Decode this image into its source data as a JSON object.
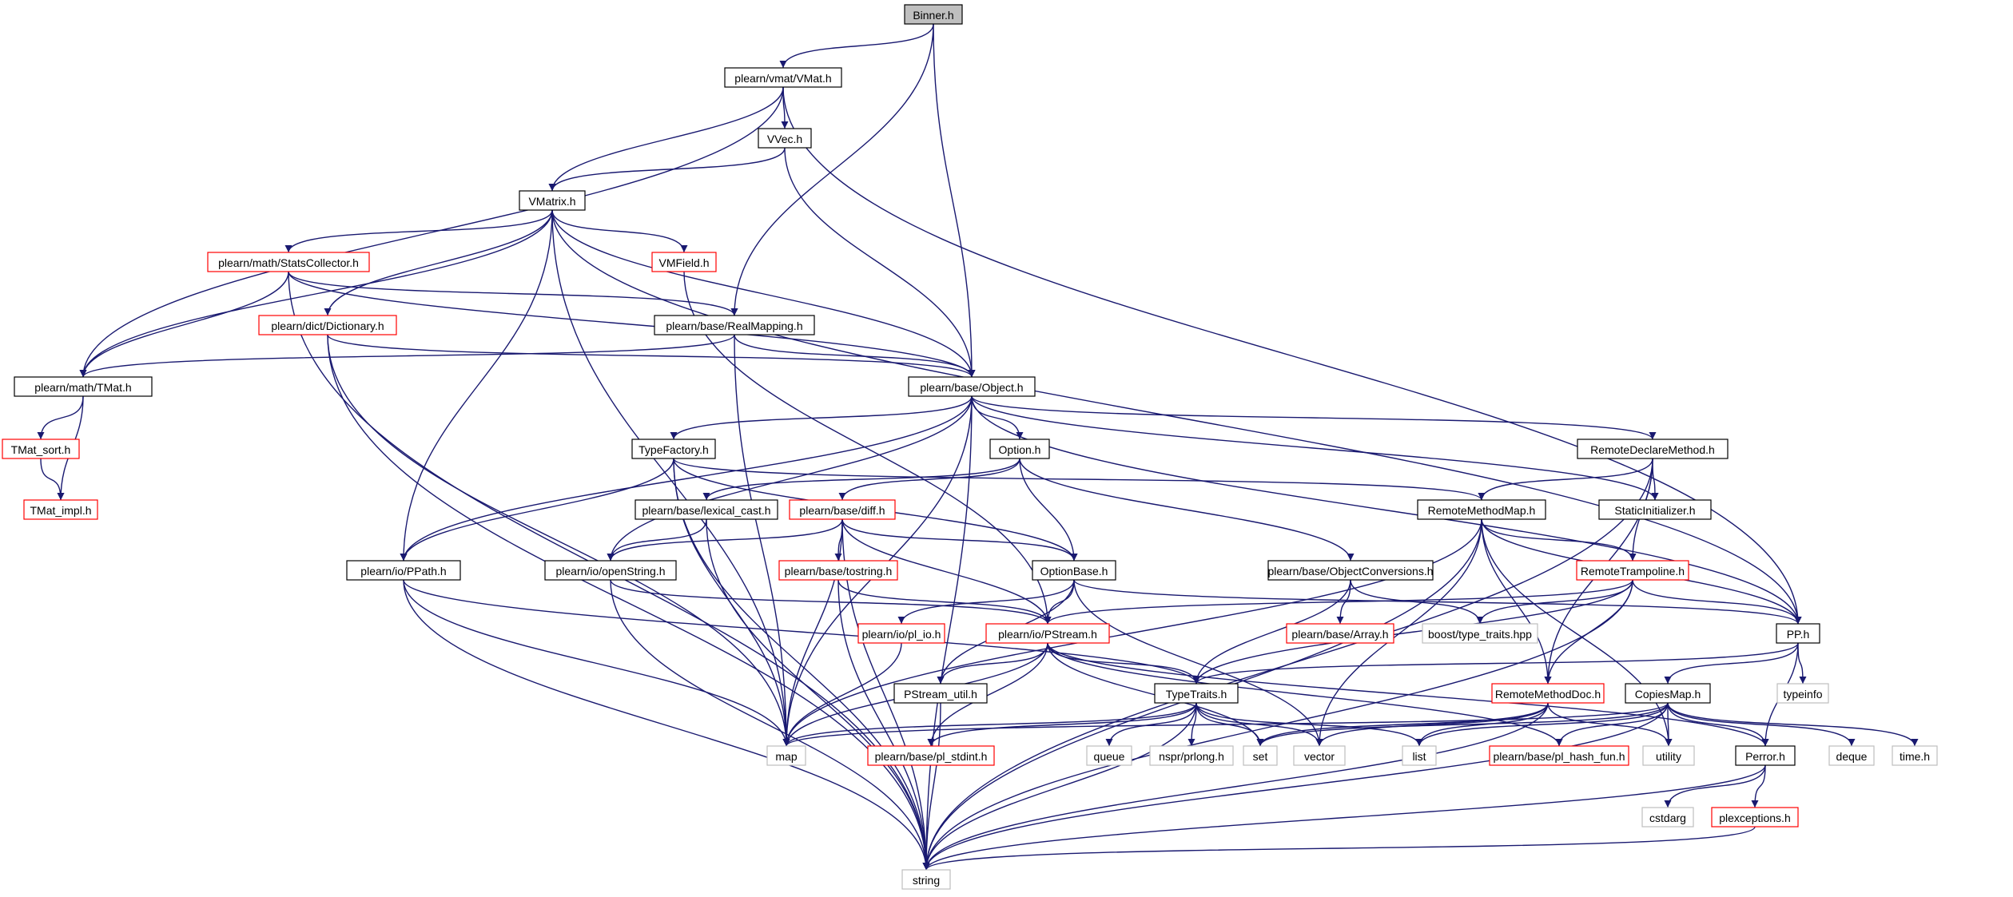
{
  "colors": {
    "edge": "#191970",
    "node_border_normal": "#000000",
    "node_border_truncated": "#ff0000",
    "node_border_external": "#bfbfbf",
    "node_fill_root": "#bfbfbf",
    "node_fill": "#ffffff"
  },
  "graph": {
    "nodes": [
      {
        "id": "binner",
        "label": "Binner.h",
        "kind": "root"
      },
      {
        "id": "vmat",
        "label": "plearn/vmat/VMat.h",
        "kind": "normal"
      },
      {
        "id": "vvec",
        "label": "VVec.h",
        "kind": "normal"
      },
      {
        "id": "vmatrix",
        "label": "VMatrix.h",
        "kind": "normal"
      },
      {
        "id": "statscollector",
        "label": "plearn/math/StatsCollector.h",
        "kind": "truncated"
      },
      {
        "id": "vmfield",
        "label": "VMField.h",
        "kind": "truncated"
      },
      {
        "id": "dictionary",
        "label": "plearn/dict/Dictionary.h",
        "kind": "truncated"
      },
      {
        "id": "realmapping",
        "label": "plearn/base/RealMapping.h",
        "kind": "normal"
      },
      {
        "id": "tmat",
        "label": "plearn/math/TMat.h",
        "kind": "normal"
      },
      {
        "id": "object",
        "label": "plearn/base/Object.h",
        "kind": "normal"
      },
      {
        "id": "tmatsort",
        "label": "TMat_sort.h",
        "kind": "truncated"
      },
      {
        "id": "tmatimpl",
        "label": "TMat_impl.h",
        "kind": "truncated"
      },
      {
        "id": "typefactory",
        "label": "TypeFactory.h",
        "kind": "normal"
      },
      {
        "id": "option",
        "label": "Option.h",
        "kind": "normal"
      },
      {
        "id": "remotedeclare",
        "label": "RemoteDeclareMethod.h",
        "kind": "normal"
      },
      {
        "id": "lexicalcast",
        "label": "plearn/base/lexical_cast.h",
        "kind": "normal"
      },
      {
        "id": "diff",
        "label": "plearn/base/diff.h",
        "kind": "truncated"
      },
      {
        "id": "remotemethodmap",
        "label": "RemoteMethodMap.h",
        "kind": "normal"
      },
      {
        "id": "staticinit",
        "label": "StaticInitializer.h",
        "kind": "normal"
      },
      {
        "id": "ppath",
        "label": "plearn/io/PPath.h",
        "kind": "normal"
      },
      {
        "id": "openstring",
        "label": "plearn/io/openString.h",
        "kind": "normal"
      },
      {
        "id": "tostring",
        "label": "plearn/base/tostring.h",
        "kind": "truncated"
      },
      {
        "id": "optionbase",
        "label": "OptionBase.h",
        "kind": "normal"
      },
      {
        "id": "objconv",
        "label": "plearn/base/ObjectConversions.h",
        "kind": "normal"
      },
      {
        "id": "remotetramp",
        "label": "RemoteTrampoline.h",
        "kind": "truncated"
      },
      {
        "id": "plio",
        "label": "plearn/io/pl_io.h",
        "kind": "truncated"
      },
      {
        "id": "pstream",
        "label": "plearn/io/PStream.h",
        "kind": "truncated"
      },
      {
        "id": "array",
        "label": "plearn/base/Array.h",
        "kind": "truncated"
      },
      {
        "id": "boosttt",
        "label": "boost/type_traits.hpp",
        "kind": "external"
      },
      {
        "id": "pp",
        "label": "PP.h",
        "kind": "normal"
      },
      {
        "id": "pstreamutil",
        "label": "PStream_util.h",
        "kind": "normal"
      },
      {
        "id": "typetraits",
        "label": "TypeTraits.h",
        "kind": "normal"
      },
      {
        "id": "remotemethoddoc",
        "label": "RemoteMethodDoc.h",
        "kind": "truncated"
      },
      {
        "id": "copiesmap",
        "label": "CopiesMap.h",
        "kind": "normal"
      },
      {
        "id": "typeinfo",
        "label": "typeinfo",
        "kind": "external"
      },
      {
        "id": "map",
        "label": "map",
        "kind": "external"
      },
      {
        "id": "plstdint",
        "label": "plearn/base/pl_stdint.h",
        "kind": "truncated"
      },
      {
        "id": "queue",
        "label": "queue",
        "kind": "external"
      },
      {
        "id": "nsprlong",
        "label": "nspr/prlong.h",
        "kind": "external"
      },
      {
        "id": "set",
        "label": "set",
        "kind": "external"
      },
      {
        "id": "vector",
        "label": "vector",
        "kind": "external"
      },
      {
        "id": "list",
        "label": "list",
        "kind": "external"
      },
      {
        "id": "plhash",
        "label": "plearn/base/pl_hash_fun.h",
        "kind": "truncated"
      },
      {
        "id": "utility",
        "label": "utility",
        "kind": "external"
      },
      {
        "id": "perror",
        "label": "Perror.h",
        "kind": "normal"
      },
      {
        "id": "deque",
        "label": "deque",
        "kind": "external"
      },
      {
        "id": "timeh",
        "label": "time.h",
        "kind": "external"
      },
      {
        "id": "cstdarg",
        "label": "cstdarg",
        "kind": "external"
      },
      {
        "id": "plexceptions",
        "label": "plexceptions.h",
        "kind": "truncated"
      },
      {
        "id": "string",
        "label": "string",
        "kind": "external"
      }
    ],
    "edges": [
      [
        "binner",
        "vmat"
      ],
      [
        "binner",
        "realmapping"
      ],
      [
        "binner",
        "object"
      ],
      [
        "vmat",
        "vvec"
      ],
      [
        "vmat",
        "vmatrix"
      ],
      [
        "vmat",
        "tmat"
      ],
      [
        "vmat",
        "pp"
      ],
      [
        "vvec",
        "vmatrix"
      ],
      [
        "vvec",
        "object"
      ],
      [
        "vmatrix",
        "statscollector"
      ],
      [
        "vmatrix",
        "vmfield"
      ],
      [
        "vmatrix",
        "dictionary"
      ],
      [
        "vmatrix",
        "tmat"
      ],
      [
        "vmatrix",
        "object"
      ],
      [
        "vmatrix",
        "ppath"
      ],
      [
        "vmatrix",
        "map"
      ],
      [
        "vmatrix",
        "pp"
      ],
      [
        "statscollector",
        "tmat"
      ],
      [
        "statscollector",
        "realmapping"
      ],
      [
        "statscollector",
        "object"
      ],
      [
        "statscollector",
        "string"
      ],
      [
        "vmfield",
        "pstream"
      ],
      [
        "dictionary",
        "object"
      ],
      [
        "dictionary",
        "map"
      ],
      [
        "dictionary",
        "string"
      ],
      [
        "realmapping",
        "tmat"
      ],
      [
        "realmapping",
        "object"
      ],
      [
        "realmapping",
        "map"
      ],
      [
        "tmat",
        "tmatsort"
      ],
      [
        "tmat",
        "tmatimpl"
      ],
      [
        "tmatsort",
        "tmatimpl"
      ],
      [
        "object",
        "typefactory"
      ],
      [
        "object",
        "option"
      ],
      [
        "object",
        "remotedeclare"
      ],
      [
        "object",
        "staticinit"
      ],
      [
        "object",
        "ppath"
      ],
      [
        "object",
        "openstring"
      ],
      [
        "object",
        "map"
      ],
      [
        "object",
        "pp"
      ],
      [
        "object",
        "string"
      ],
      [
        "typefactory",
        "ppath"
      ],
      [
        "typefactory",
        "optionbase"
      ],
      [
        "typefactory",
        "remotemethodmap"
      ],
      [
        "typefactory",
        "map"
      ],
      [
        "typefactory",
        "string"
      ],
      [
        "option",
        "lexicalcast"
      ],
      [
        "option",
        "diff"
      ],
      [
        "option",
        "optionbase"
      ],
      [
        "option",
        "objconv"
      ],
      [
        "remotedeclare",
        "remotemethodmap"
      ],
      [
        "remotedeclare",
        "staticinit"
      ],
      [
        "remotedeclare",
        "remotetramp"
      ],
      [
        "remotedeclare",
        "remotemethoddoc"
      ],
      [
        "remotedeclare",
        "string"
      ],
      [
        "lexicalcast",
        "openstring"
      ],
      [
        "lexicalcast",
        "string"
      ],
      [
        "diff",
        "openstring"
      ],
      [
        "diff",
        "tostring"
      ],
      [
        "diff",
        "optionbase"
      ],
      [
        "diff",
        "pstream"
      ],
      [
        "diff",
        "map"
      ],
      [
        "diff",
        "string"
      ],
      [
        "remotemethodmap",
        "remotetramp"
      ],
      [
        "remotemethodmap",
        "remotemethoddoc"
      ],
      [
        "remotemethodmap",
        "pp"
      ],
      [
        "remotemethodmap",
        "map"
      ],
      [
        "remotemethodmap",
        "vector"
      ],
      [
        "remotemethodmap",
        "utility"
      ],
      [
        "remotemethodmap",
        "string"
      ],
      [
        "ppath",
        "typetraits"
      ],
      [
        "ppath",
        "map"
      ],
      [
        "ppath",
        "string"
      ],
      [
        "openstring",
        "pstream"
      ],
      [
        "openstring",
        "string"
      ],
      [
        "tostring",
        "pstream"
      ],
      [
        "tostring",
        "string"
      ],
      [
        "optionbase",
        "plio"
      ],
      [
        "optionbase",
        "pstream"
      ],
      [
        "optionbase",
        "pstreamutil"
      ],
      [
        "optionbase",
        "vector"
      ],
      [
        "optionbase",
        "pp"
      ],
      [
        "objconv",
        "array"
      ],
      [
        "objconv",
        "boosttt"
      ],
      [
        "objconv",
        "typetraits"
      ],
      [
        "remotetramp",
        "pstream"
      ],
      [
        "remotetramp",
        "boosttt"
      ],
      [
        "remotetramp",
        "typetraits"
      ],
      [
        "remotetramp",
        "remotemethoddoc"
      ],
      [
        "remotetramp",
        "pp"
      ],
      [
        "remotetramp",
        "string"
      ],
      [
        "plio",
        "map"
      ],
      [
        "pstream",
        "pstreamutil"
      ],
      [
        "pstream",
        "typetraits"
      ],
      [
        "pstream",
        "map"
      ],
      [
        "pstream",
        "plstdint"
      ],
      [
        "pstream",
        "set"
      ],
      [
        "pstream",
        "plhash"
      ],
      [
        "pstream",
        "perror"
      ],
      [
        "pp",
        "typetraits"
      ],
      [
        "pp",
        "copiesmap"
      ],
      [
        "pp",
        "typeinfo"
      ],
      [
        "pp",
        "perror"
      ],
      [
        "pstreamutil",
        "string"
      ],
      [
        "typetraits",
        "map"
      ],
      [
        "typetraits",
        "plstdint"
      ],
      [
        "typetraits",
        "queue"
      ],
      [
        "typetraits",
        "nsprlong"
      ],
      [
        "typetraits",
        "set"
      ],
      [
        "typetraits",
        "vector"
      ],
      [
        "typetraits",
        "list"
      ],
      [
        "typetraits",
        "string"
      ],
      [
        "remotemethoddoc",
        "set"
      ],
      [
        "remotemethoddoc",
        "vector"
      ],
      [
        "remotemethoddoc",
        "list"
      ],
      [
        "remotemethoddoc",
        "utility"
      ],
      [
        "remotemethoddoc",
        "string"
      ],
      [
        "copiesmap",
        "map"
      ],
      [
        "copiesmap",
        "set"
      ],
      [
        "copiesmap",
        "list"
      ],
      [
        "copiesmap",
        "plhash"
      ],
      [
        "copiesmap",
        "utility"
      ],
      [
        "copiesmap",
        "perror"
      ],
      [
        "copiesmap",
        "deque"
      ],
      [
        "copiesmap",
        "timeh"
      ],
      [
        "copiesmap",
        "string"
      ],
      [
        "perror",
        "cstdarg"
      ],
      [
        "perror",
        "plexceptions"
      ],
      [
        "perror",
        "string"
      ],
      [
        "plexceptions",
        "string"
      ]
    ]
  }
}
